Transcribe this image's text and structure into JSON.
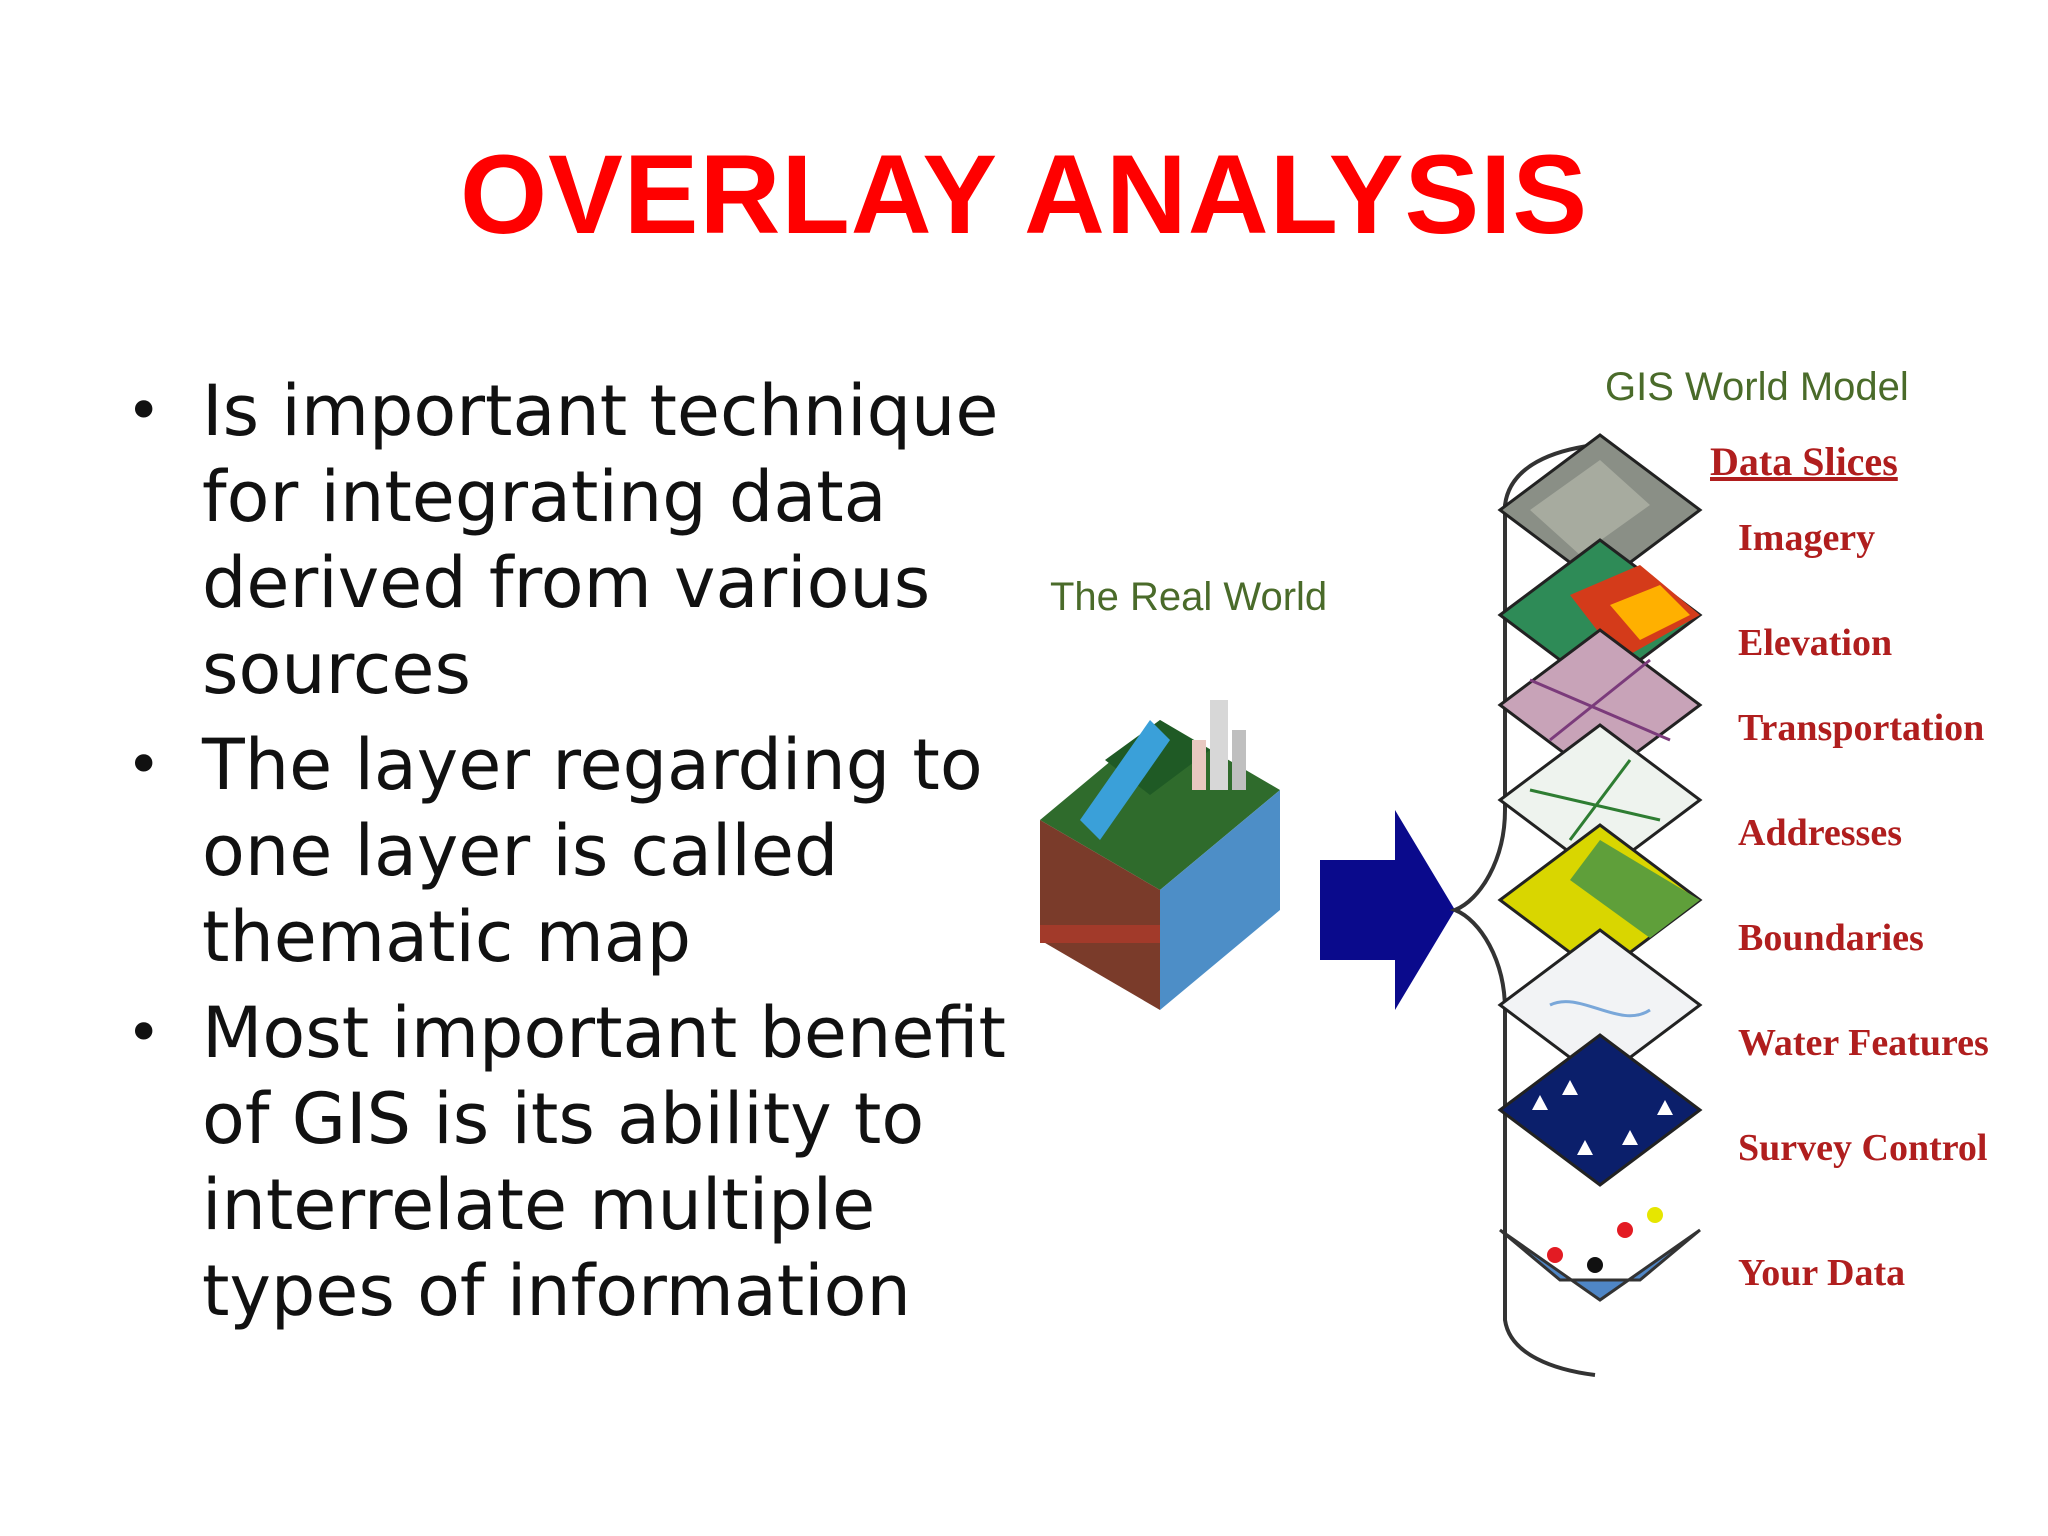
{
  "slide": {
    "title": "OVERLAY ANALYSIS",
    "bullets": [
      "Is important technique for integrating data derived from various sources",
      "The layer regarding to one layer is called thematic map",
      "Most important benefit of GIS is its ability to interrelate multiple types of information"
    ]
  },
  "diagram": {
    "real_world_label": "The Real World",
    "model_label": "GIS World Model",
    "slices_label": "Data Slices",
    "layers": [
      {
        "label": "Imagery",
        "color": "#8a8f86"
      },
      {
        "label": "Elevation",
        "color": "#2e8b57"
      },
      {
        "label": "Transportation",
        "color": "#c8a3b8"
      },
      {
        "label": "Addresses",
        "color": "#eef3ee"
      },
      {
        "label": "Boundaries",
        "color": "#d9d600"
      },
      {
        "label": "Water Features",
        "color": "#f2f3f5"
      },
      {
        "label": "Survey Control",
        "color": "#0b1f6b"
      },
      {
        "label": "Your Data",
        "color": "#4f86c6"
      }
    ]
  },
  "colors": {
    "title": "#ff0000",
    "layer_text": "#b01e1e",
    "arrow": "#0a0a8c",
    "model_text": "#4a6b2a"
  }
}
